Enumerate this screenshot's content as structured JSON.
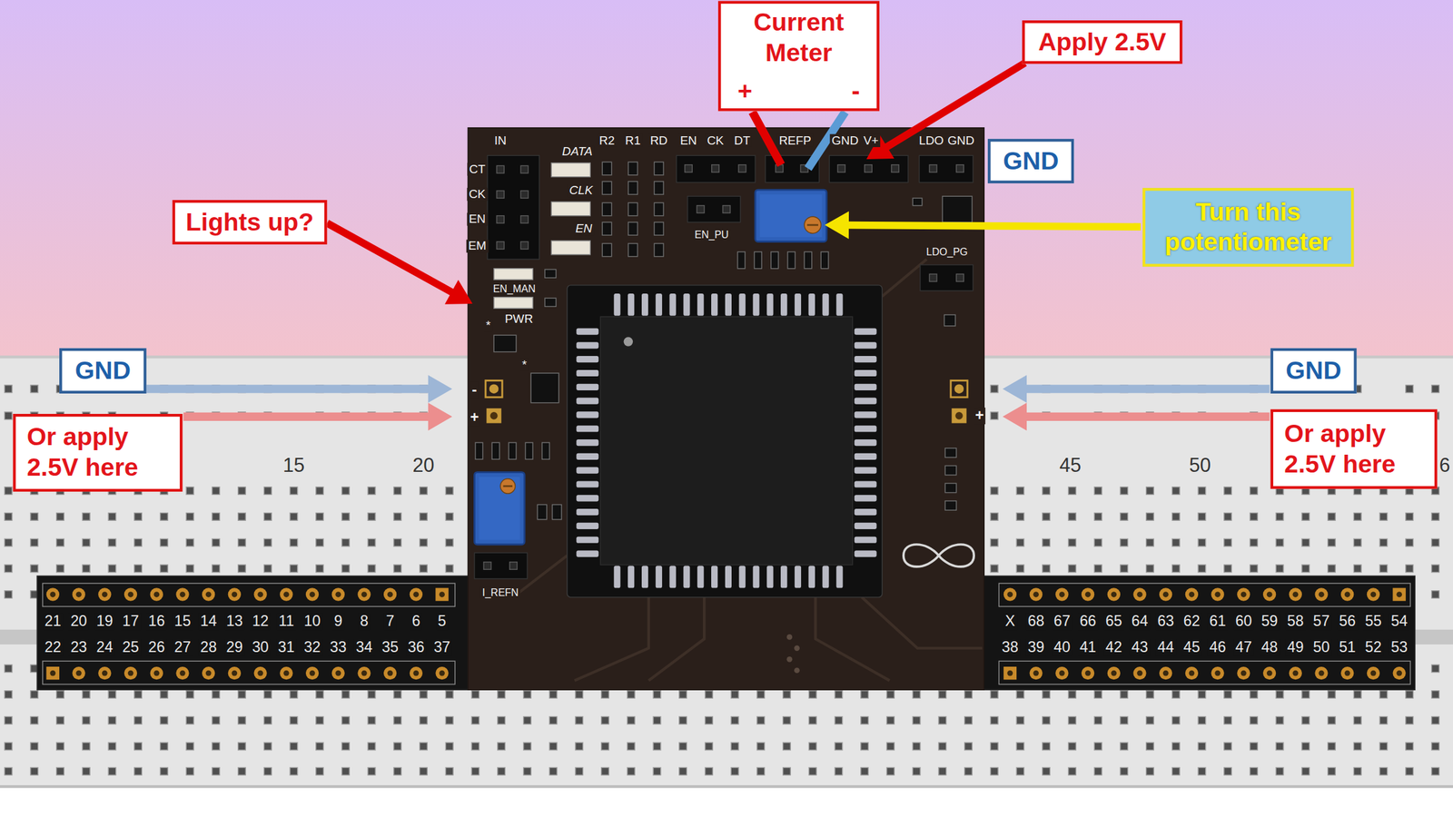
{
  "diagram": {
    "nodes": [
      {
        "text": [
          "Current Meter",
          "+",
          "-"
        ]
      },
      {
        "text": [
          "Apply 2.5V"
        ]
      },
      {
        "text": [
          "GND"
        ]
      },
      {
        "text": [
          "Turn this potentiometer"
        ]
      },
      {
        "text": [
          "Lights up?"
        ]
      },
      {
        "text": [
          "GND"
        ]
      },
      {
        "text": [
          "GND"
        ]
      },
      {
        "text": [
          "Or apply 2.5V here"
        ]
      },
      {
        "text": [
          "Or apply 2.5V here"
        ]
      }
    ],
    "labels": [
      "IN",
      "DATA",
      "R2",
      "R1",
      "RD",
      "EN",
      "CK",
      "DT",
      "REFP",
      "GND",
      "V+",
      "LDO",
      "GND",
      "CT",
      "CLK",
      "CK",
      "EN",
      "EN",
      "EN_PU",
      "EM",
      "LDO_PG",
      "EN_MAN",
      "PWR",
      "*",
      "*",
      "-",
      "+",
      "+",
      "I_REFN",
      "15",
      "20",
      "45",
      "50",
      "6",
      "21",
      "20",
      "19",
      "17",
      "16",
      "15",
      "14",
      "13",
      "12",
      "11",
      "10",
      "9",
      "8",
      "7",
      "6",
      "5",
      "X",
      "68",
      "67",
      "66",
      "65",
      "64",
      "63",
      "62",
      "61",
      "60",
      "59",
      "58",
      "57",
      "56",
      "55",
      "54",
      "22",
      "23",
      "24",
      "25",
      "26",
      "27",
      "28",
      "29",
      "30",
      "31",
      "32",
      "33",
      "34",
      "35",
      "36",
      "37",
      "38",
      "39",
      "40",
      "41",
      "42",
      "43",
      "44",
      "45",
      "46",
      "47",
      "48",
      "49",
      "50",
      "51",
      "52",
      "53"
    ]
  }
}
